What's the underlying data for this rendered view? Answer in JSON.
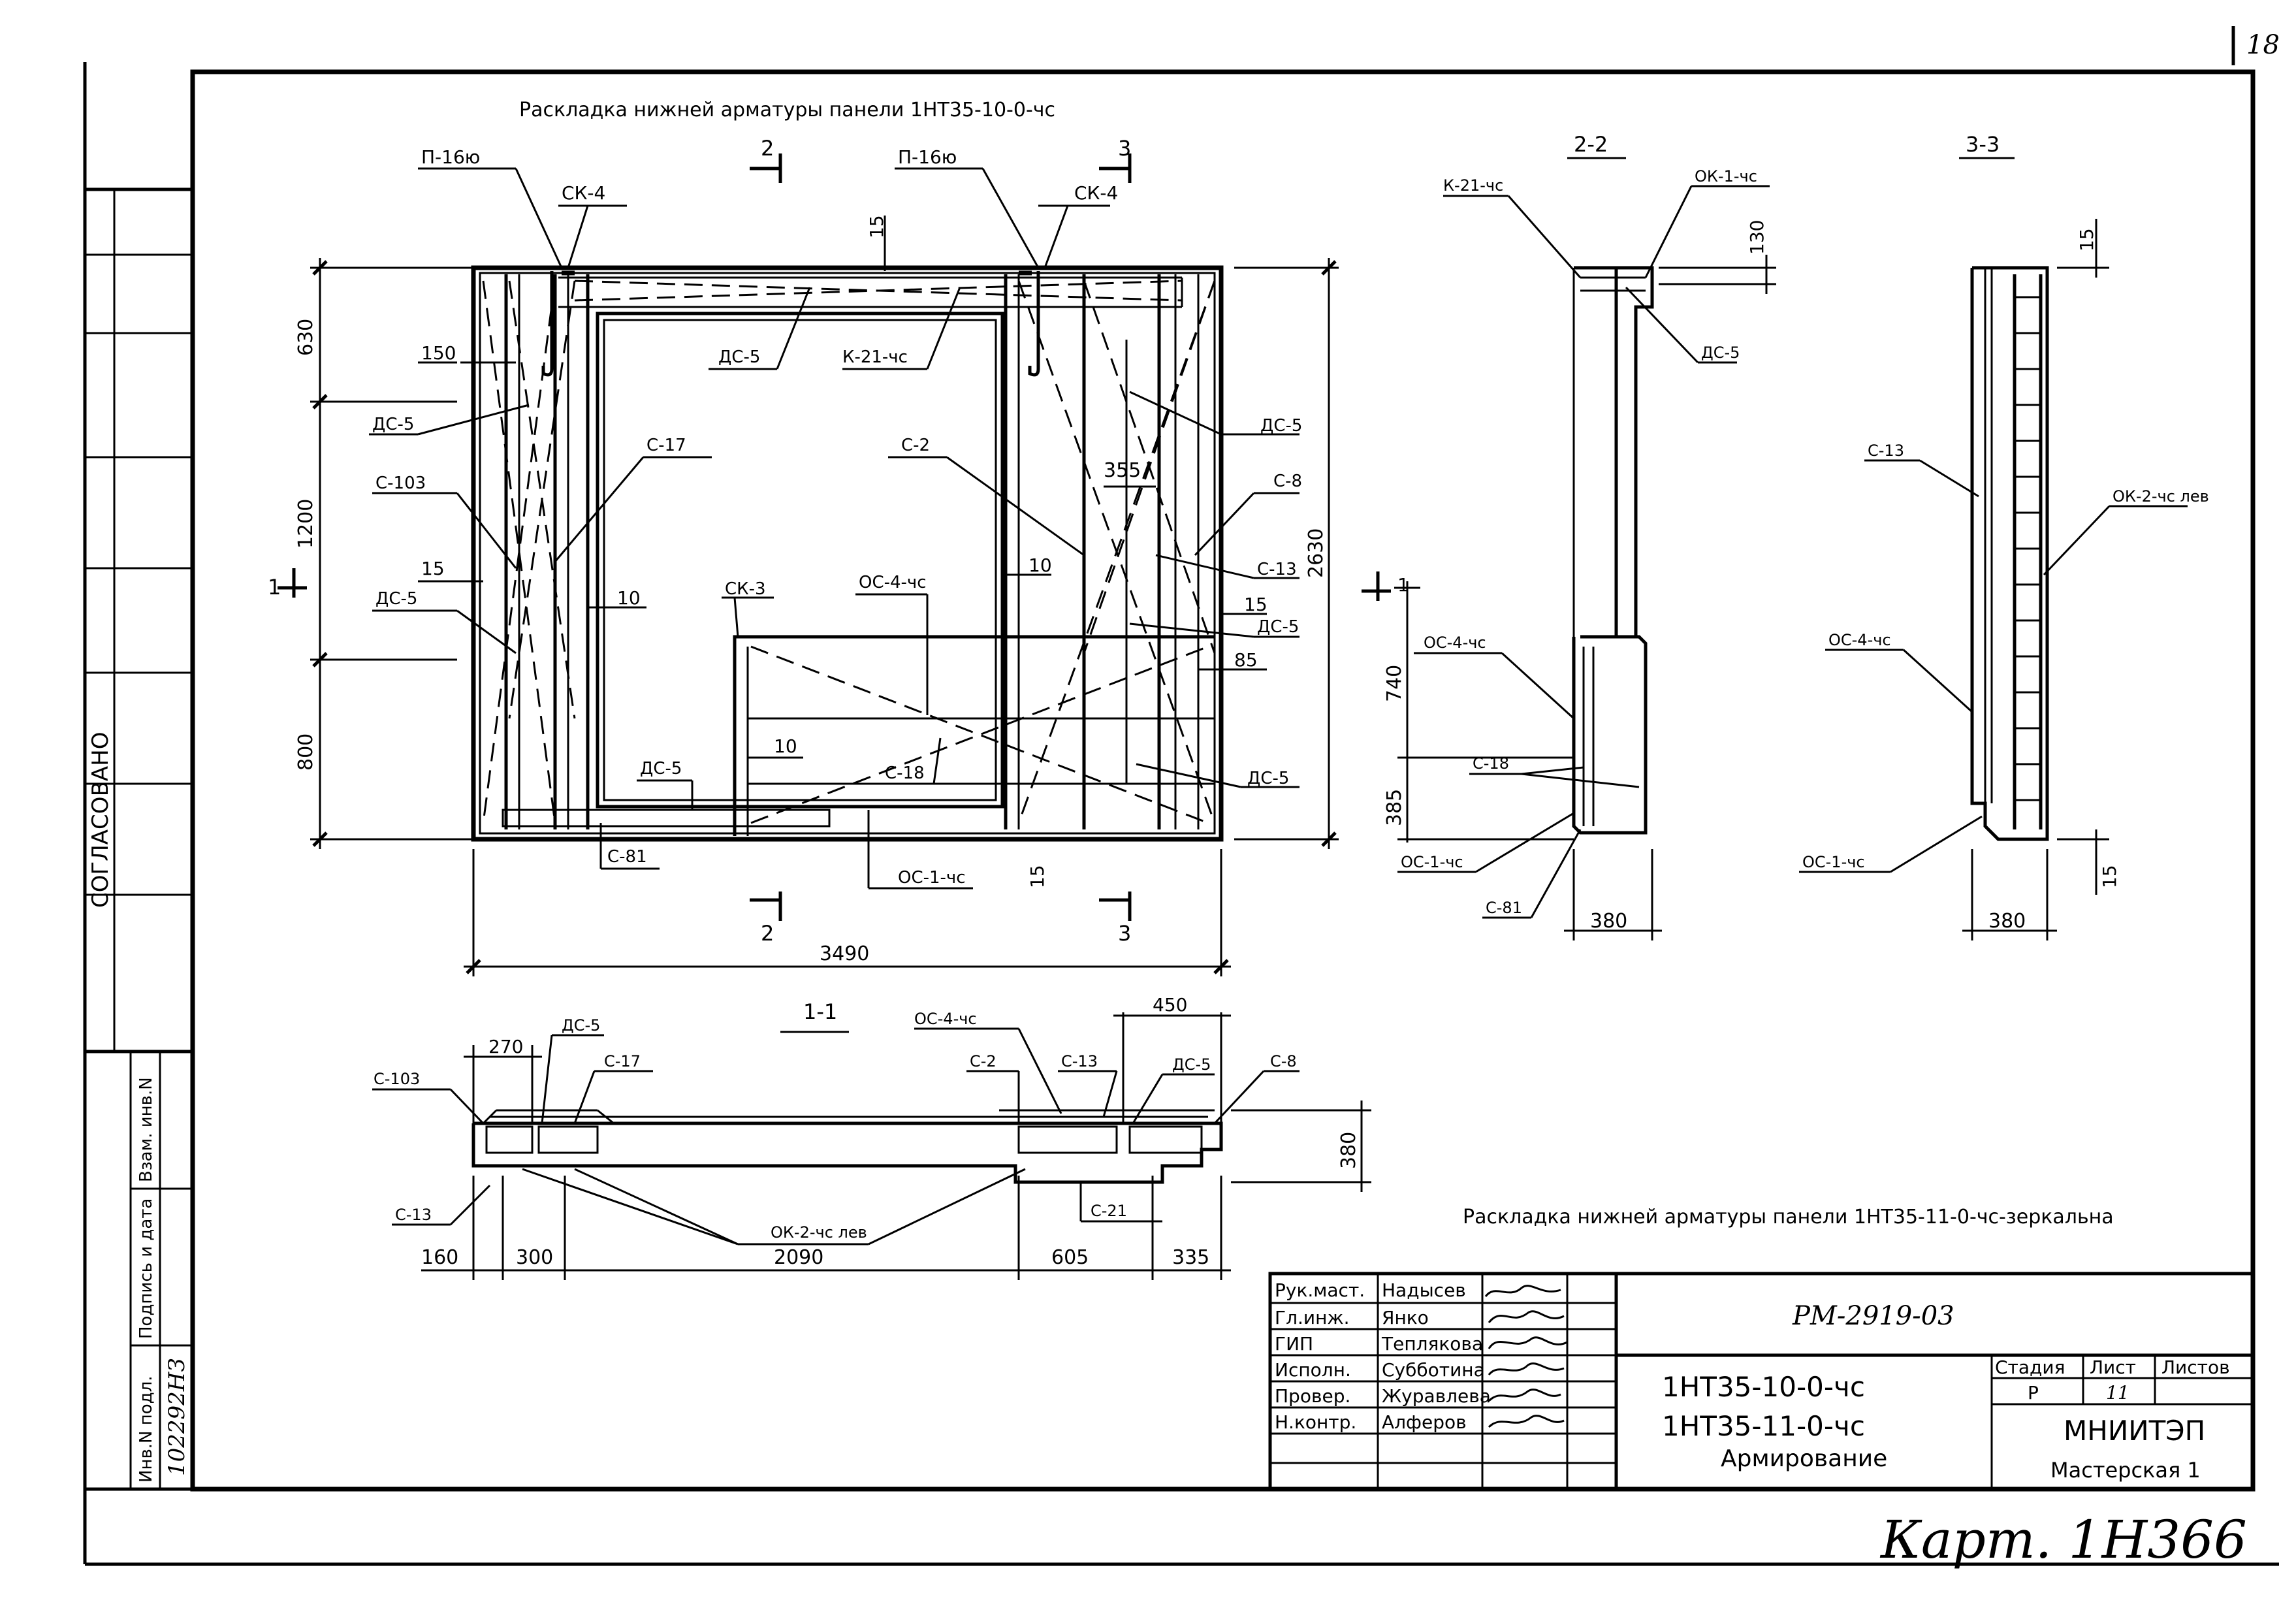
{
  "sheet_corner_number": "18",
  "approved_stamp": "СОГЛАСОВАНО",
  "left_stamp": {
    "inv_podl": "Инв.N подл.",
    "podpis_data": "Подпись и дата",
    "vzam_inv": "Взам. инв.N",
    "inv_value": "102292НЗ"
  },
  "main_view": {
    "title": "Раскладка нижней арматуры панели 1НТ35-10-0-чс",
    "labels": {
      "p16_left": "П-16ю",
      "p16_right": "П-16ю",
      "sk4_left": "СК-4",
      "sk4_right": "СК-4",
      "ds5_top": "ДС-5",
      "k21": "К-21-чс",
      "ds5_l1": "ДС-5",
      "ds5_l2": "ДС-5",
      "ds5_r1": "ДС-5",
      "ds5_r2": "ДС-5",
      "ds5_r3": "ДС-5",
      "ds5_bot": "ДС-5",
      "c103": "С-103",
      "c17": "С-17",
      "c2": "С-2",
      "c8": "С-8",
      "c13": "С-13",
      "sk3": "СК-3",
      "oc4": "ОС-4-чс",
      "c18": "С-18",
      "c81": "С-81",
      "oc1": "ОС-1-чс",
      "cut1": "1",
      "cut2a": "2",
      "cut2b": "2",
      "cut3a": "3",
      "cut3b": "3"
    },
    "dims": {
      "d630": "630",
      "d1200": "1200",
      "d800": "800",
      "d2630": "2630",
      "d3490": "3490",
      "d150": "150",
      "d15a": "15",
      "d15b": "15",
      "d15c": "15",
      "d15d": "15",
      "d10a": "10",
      "d10b": "10",
      "d10c": "10",
      "d355": "355",
      "d85": "85"
    }
  },
  "section_2_2": {
    "title": "2-2",
    "labels": {
      "k21": "К-21-чс",
      "ok1": "ОК-1-чс",
      "ds5": "ДС-5",
      "oc4": "ОС-4-чс",
      "c18": "С-18",
      "oc1": "ОС-1-чс",
      "c81": "С-81",
      "cut1": "1"
    },
    "dims": {
      "d130": "130",
      "d740": "740",
      "d385": "385",
      "d380": "380"
    }
  },
  "section_3_3": {
    "title": "3-3",
    "labels": {
      "c13": "С-13",
      "ok2": "ОК-2-чс лев",
      "oc4": "ОС-4-чс",
      "oc1": "ОС-1-чс"
    },
    "dims": {
      "d15a": "15",
      "d15b": "15",
      "d380": "380"
    }
  },
  "section_1_1": {
    "title": "1-1",
    "labels": {
      "ds5a": "ДС-5",
      "c103": "С-103",
      "c17": "С-17",
      "oc4": "ОС-4-чс",
      "c2": "С-2",
      "c13": "С-13",
      "ds5b": "ДС-5",
      "c8": "С-8",
      "c13b": "С-13",
      "ok2": "ОК-2-чс лев",
      "c21": "С-21"
    },
    "dims": {
      "d270": "270",
      "d450": "450",
      "d380": "380",
      "d160": "160",
      "d300": "300",
      "d2090": "2090",
      "d605": "605",
      "d335": "335"
    }
  },
  "mirror_note": "Раскладка нижней арматуры панели 1НТ35-11-0-чс-зеркальна",
  "title_block": {
    "roles": [
      "Рук.маст.",
      "Гл.инж.",
      "ГИП",
      "Исполн.",
      "Провер.",
      "Н.контр."
    ],
    "names": [
      "Надысев",
      "Янко",
      "Теплякова",
      "Субботина",
      "Журавлева",
      "Алферов"
    ],
    "doc_code": "РМ-2919-03",
    "product_1": "1НТ35-10-0-чс",
    "product_2": "1НТ35-11-0-чс",
    "doc_title": "Армирование",
    "stage_label": "Стадия",
    "sheet_label": "Лист",
    "sheets_label": "Листов",
    "stage_value": "Р",
    "sheet_value": "11",
    "org": "МНИИТЭП",
    "workshop": "Мастерская 1"
  },
  "archive_note": "Карт. 1Н366"
}
